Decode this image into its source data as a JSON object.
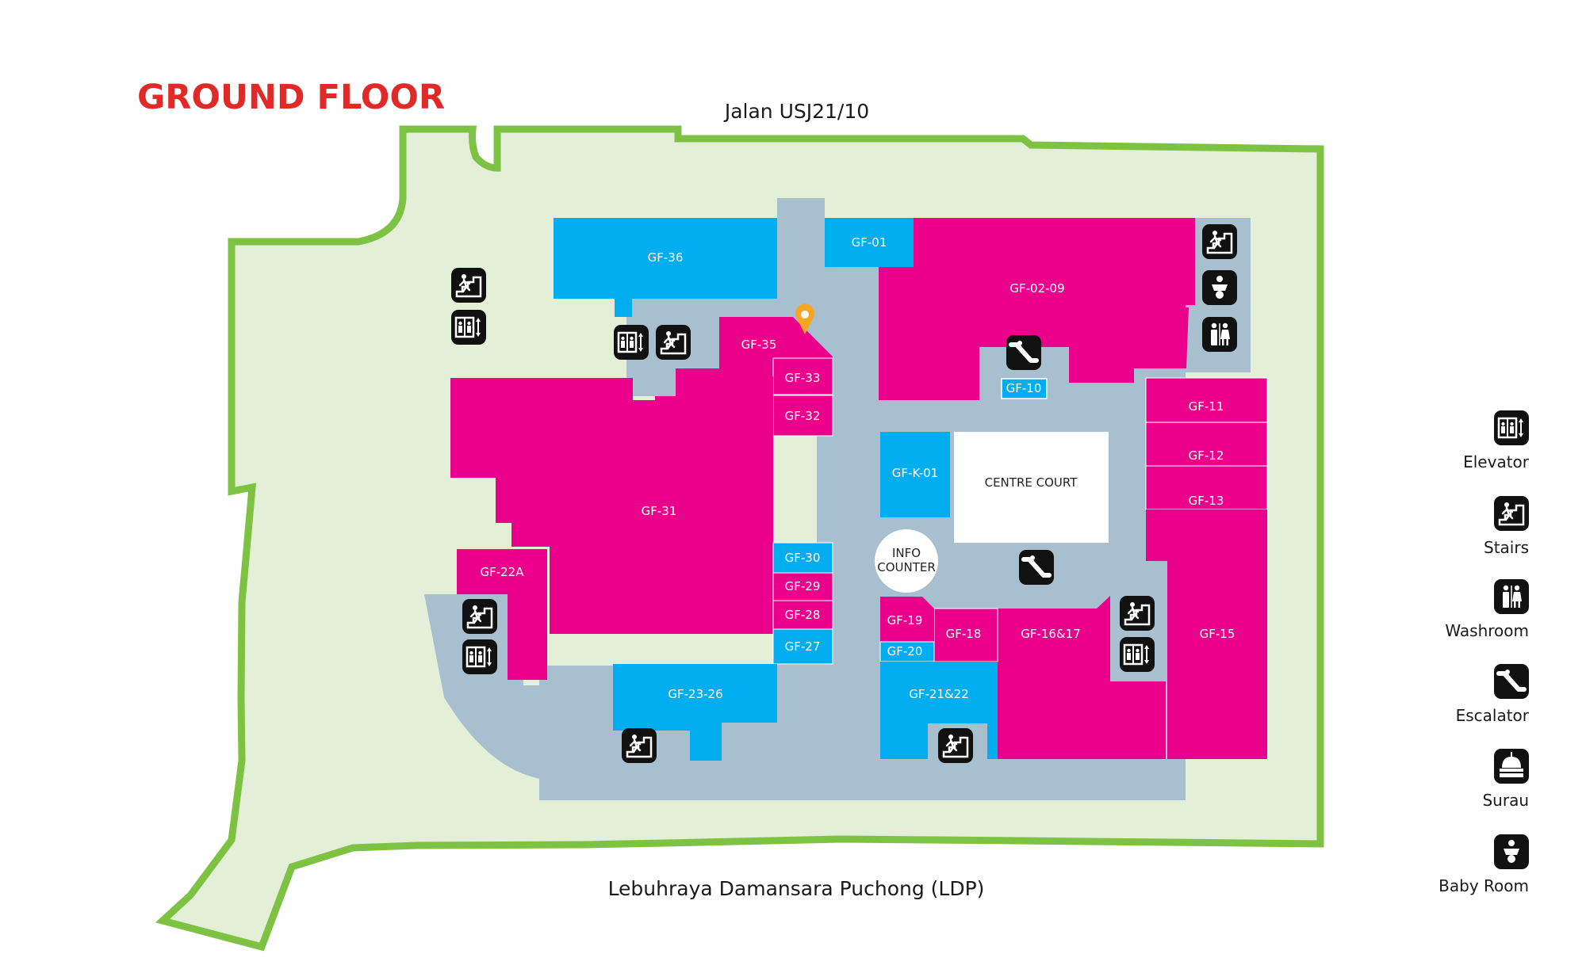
{
  "title": "GROUND FLOOR",
  "roads": {
    "north": "Jalan USJ21/10",
    "south": "Lebuhraya Damansara Puchong (LDP)"
  },
  "colors": {
    "title": "#e12a27",
    "site_fill": "#e3efd7",
    "site_border": "#7dc243",
    "corridor": "#a7bfcf",
    "unit_magenta": "#ea008b",
    "unit_blue": "#00aeef",
    "court": "#ffffff",
    "icon_bg": "#111111",
    "marker": "#f6a623"
  },
  "units": [
    {
      "id": "GF-36",
      "color": "blue"
    },
    {
      "id": "GF-01",
      "color": "blue"
    },
    {
      "id": "GF-02-09",
      "color": "magenta"
    },
    {
      "id": "GF-35",
      "color": "magenta"
    },
    {
      "id": "GF-33",
      "color": "magenta"
    },
    {
      "id": "GF-32",
      "color": "magenta"
    },
    {
      "id": "GF-31",
      "color": "magenta"
    },
    {
      "id": "GF-30",
      "color": "blue"
    },
    {
      "id": "GF-29",
      "color": "magenta"
    },
    {
      "id": "GF-28",
      "color": "magenta"
    },
    {
      "id": "GF-27",
      "color": "blue"
    },
    {
      "id": "GF-22A",
      "color": "magenta"
    },
    {
      "id": "GF-23-26",
      "color": "blue"
    },
    {
      "id": "GF-10",
      "color": "blue"
    },
    {
      "id": "GF-K-01",
      "color": "blue"
    },
    {
      "id": "GF-11",
      "color": "magenta"
    },
    {
      "id": "GF-12",
      "color": "magenta"
    },
    {
      "id": "GF-13",
      "color": "magenta"
    },
    {
      "id": "GF-15",
      "color": "magenta"
    },
    {
      "id": "GF-16&17",
      "color": "magenta"
    },
    {
      "id": "GF-18",
      "color": "magenta"
    },
    {
      "id": "GF-19",
      "color": "magenta"
    },
    {
      "id": "GF-20",
      "color": "blue"
    },
    {
      "id": "GF-21&22",
      "color": "blue"
    }
  ],
  "centre_court": "CENTRE COURT",
  "info_counter": [
    "INFO",
    "COUNTER"
  ],
  "legend": [
    {
      "label": "Elevator",
      "icon": "elevator-icon"
    },
    {
      "label": "Stairs",
      "icon": "stairs-icon"
    },
    {
      "label": "Washroom",
      "icon": "washroom-icon"
    },
    {
      "label": "Escalator",
      "icon": "escalator-icon"
    },
    {
      "label": "Surau",
      "icon": "surau-icon"
    },
    {
      "label": "Baby Room",
      "icon": "baby-room-icon"
    }
  ]
}
